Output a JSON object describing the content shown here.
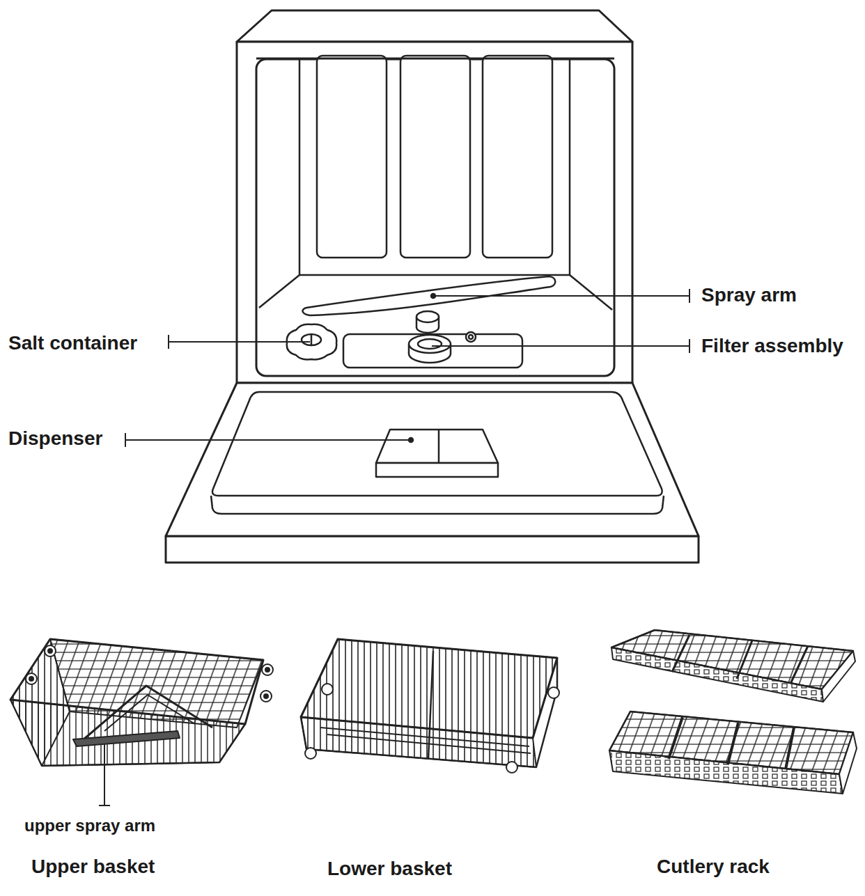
{
  "diagram": {
    "labels": [
      "Spray arm",
      "Salt container",
      "Filter assembly",
      "Dispenser",
      "upper spray arm",
      "Upper basket",
      "Lower basket",
      "Cutlery rack"
    ]
  }
}
